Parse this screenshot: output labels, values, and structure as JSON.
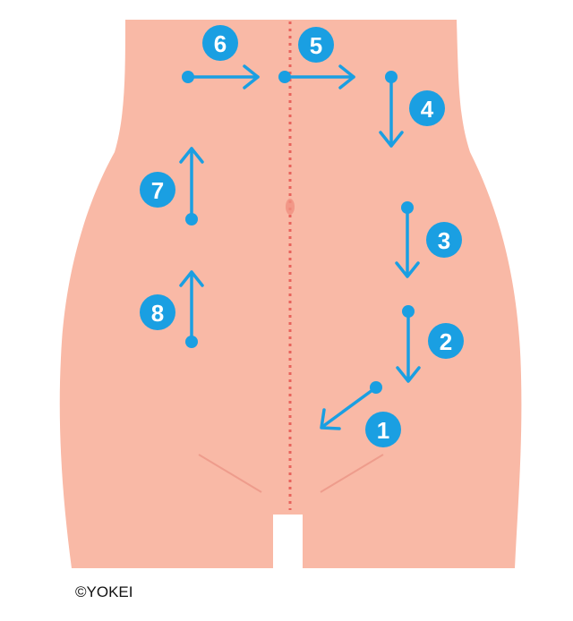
{
  "colors": {
    "skin": "#F9B9A6",
    "accent": "#1A9FE2",
    "midline": "#E8635C"
  },
  "steps": [
    {
      "label": "1",
      "direction": "down-left"
    },
    {
      "label": "2",
      "direction": "down"
    },
    {
      "label": "3",
      "direction": "down"
    },
    {
      "label": "4",
      "direction": "down"
    },
    {
      "label": "5",
      "direction": "right"
    },
    {
      "label": "6",
      "direction": "right"
    },
    {
      "label": "7",
      "direction": "up"
    },
    {
      "label": "8",
      "direction": "up"
    }
  ],
  "copyright": "©YOKEI"
}
